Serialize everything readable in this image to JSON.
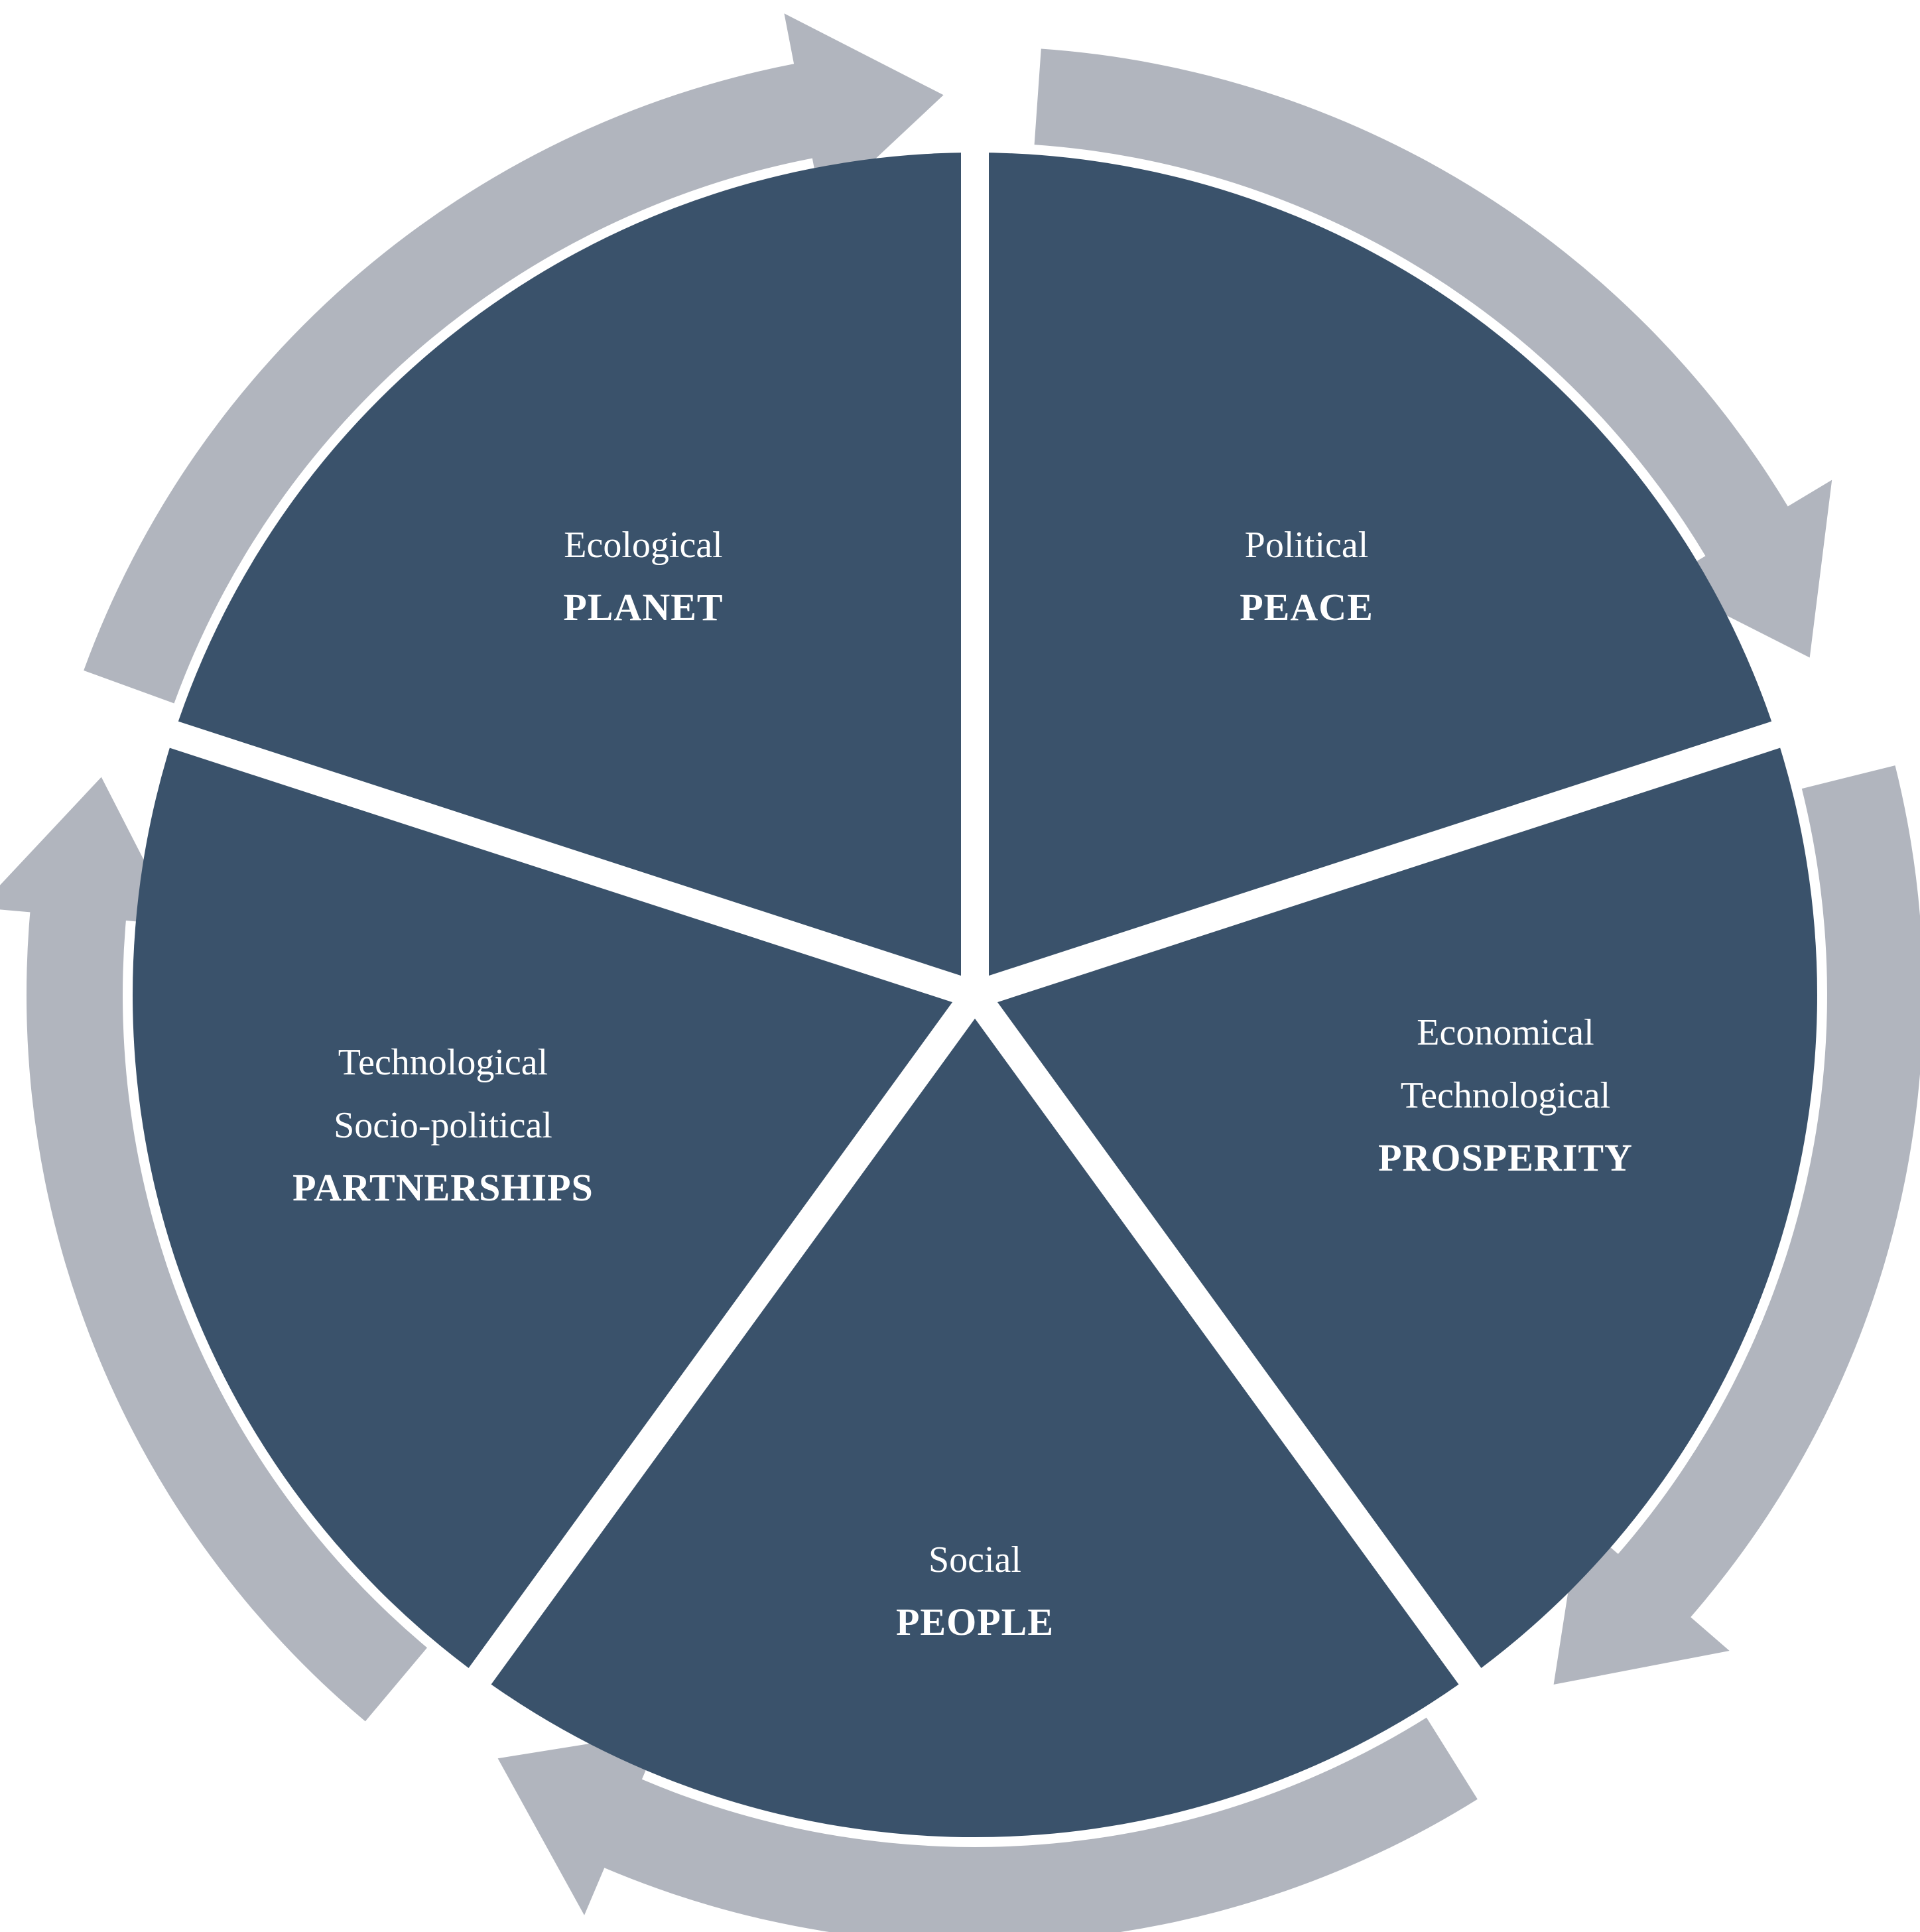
{
  "colors": {
    "segment_fill": "#3a526b",
    "arrow_fill": "#b1b5be",
    "background": "#ffffff",
    "label_text": "#ffffff"
  },
  "segments": [
    {
      "id": "planet",
      "lines": [
        "Ecological"
      ],
      "title": "PLANET"
    },
    {
      "id": "peace",
      "lines": [
        "Political"
      ],
      "title": "PEACE"
    },
    {
      "id": "prosperity",
      "lines": [
        "Economical",
        "Technological"
      ],
      "title": "PROSPERITY"
    },
    {
      "id": "people",
      "lines": [
        "Social"
      ],
      "title": "PEOPLE"
    },
    {
      "id": "partnerships",
      "lines": [
        "Technological",
        "Socio-political"
      ],
      "title": "PARTNERSHIPS"
    }
  ]
}
